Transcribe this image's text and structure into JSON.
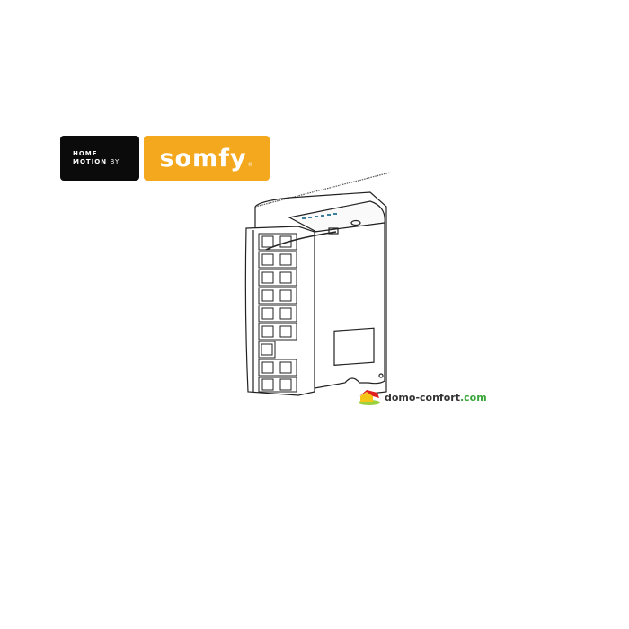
{
  "branding": {
    "home_motion_line1": "HOME",
    "home_motion_line2": "MOTION",
    "home_motion_by": "BY",
    "somfy_wordmark": "somfy",
    "somfy_registered": "®",
    "colors": {
      "home_motion_bg": "#0b0b0b",
      "somfy_bg": "#f4a81d",
      "led": "#3a7f9c"
    }
  },
  "product_image": {
    "icon": "din-rail-motor-controller-illustration",
    "terminal_count": 9
  },
  "watermark": {
    "icon": "house-icon",
    "name": "domo-confort",
    "tld": ".com"
  }
}
